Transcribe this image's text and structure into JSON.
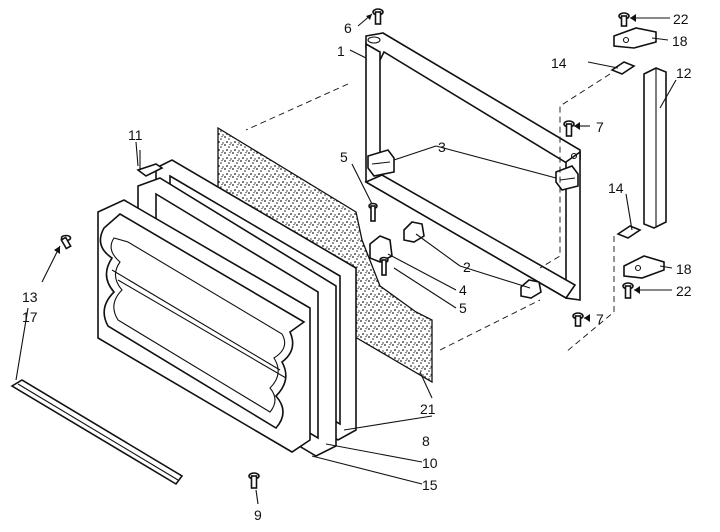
{
  "labels": {
    "l1": "1",
    "l2": "2",
    "l3": "3",
    "l4": "4",
    "l5a": "5",
    "l5b": "5",
    "l6": "6",
    "l7a": "7",
    "l7b": "7",
    "l8": "8",
    "l9": "9",
    "l10": "10",
    "l11": "11",
    "l12": "12",
    "l13": "13",
    "l14a": "14",
    "l14b": "14",
    "l15": "15",
    "l17": "17",
    "l18a": "18",
    "l18b": "18",
    "l21": "21",
    "l22a": "22",
    "l22b": "22"
  }
}
